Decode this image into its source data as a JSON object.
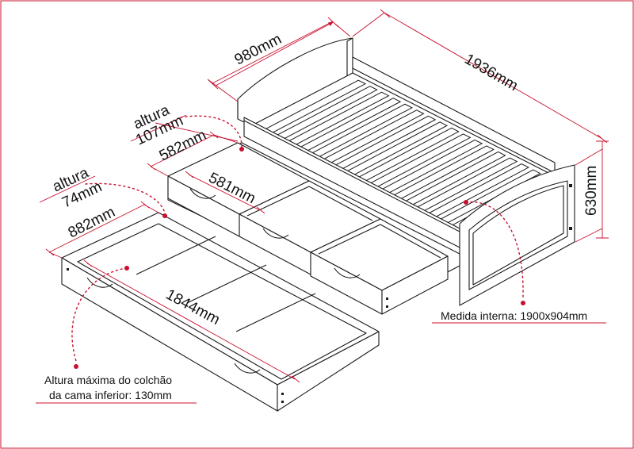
{
  "dimensions": {
    "bed_width": "980mm",
    "bed_length": "1936mm",
    "bed_height": "630mm",
    "drawer_height_label": "altura",
    "drawer_height_value": "107mm",
    "drawer_width": "582mm",
    "drawer_depth": "581mm",
    "trundle_height_label": "altura",
    "trundle_height_value": "74mm",
    "trundle_width": "882mm",
    "trundle_length": "1844mm"
  },
  "notes": {
    "internal_measure": "Medida interna: 1900x904mm",
    "mattress_line1": "Altura máxima do colchão",
    "mattress_line2": "da cama inferior: 130mm"
  },
  "colors": {
    "annotation": "#c8102e",
    "outline": "#1a1a1a",
    "background": "#ffffff"
  }
}
